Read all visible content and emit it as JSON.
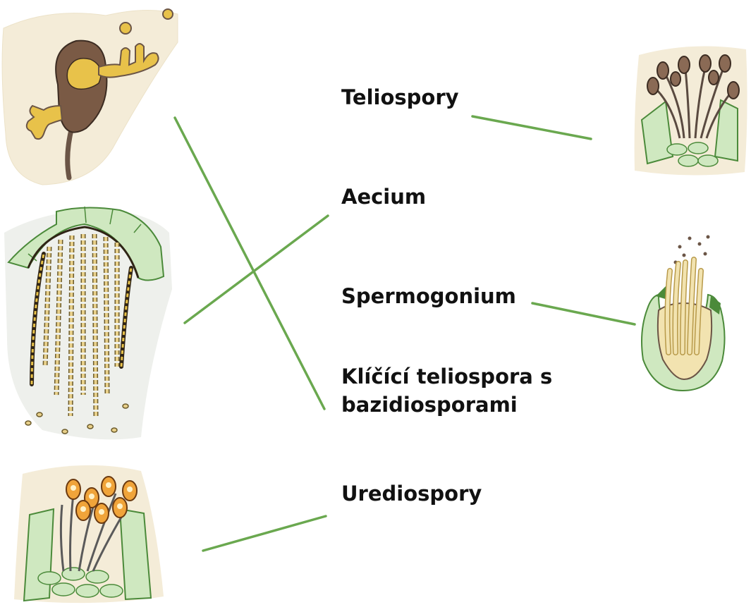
{
  "labels": {
    "teliospory": "Teliospory",
    "aecium": "Aecium",
    "spermogonium": "Spermogonium",
    "klicici_line1": "Klíčící teliospora s",
    "klicici_line2": "bazidiosporami",
    "urediospory": "Urediospory"
  },
  "colors": {
    "connector": "#6aa84f",
    "paper": "#f4ecd8",
    "cell_green": "#cfe8c0",
    "cell_stroke": "#4b8a3a",
    "spore_yellow": "#e8c24a",
    "spore_orange": "#f0a43a",
    "teliospore_brown": "#8a6a55",
    "basidium_dark": "#6b5546"
  }
}
